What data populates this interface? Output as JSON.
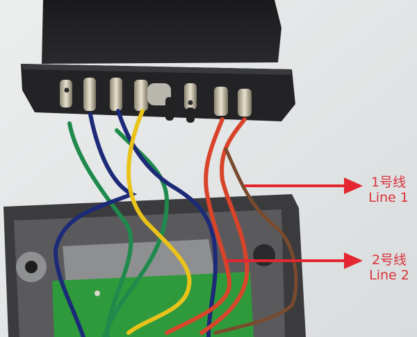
{
  "photo": {
    "subject": "OBD connector with colored wires soldered to pins, open plastic housing with green PCB",
    "background_color": "#e4e6e7"
  },
  "annotations": [
    {
      "id": "line1",
      "cn": "1号线",
      "en": "Line 1",
      "color": "#e3262f"
    },
    {
      "id": "line2",
      "cn": "2号线",
      "en": "Line 2",
      "color": "#e3262f"
    }
  ],
  "wires": {
    "colors": {
      "green": "#1f8a4c",
      "blue": "#1d2a78",
      "yellow": "#e9c21a",
      "red": "#d8442a",
      "brown": "#7a4a2e"
    }
  }
}
